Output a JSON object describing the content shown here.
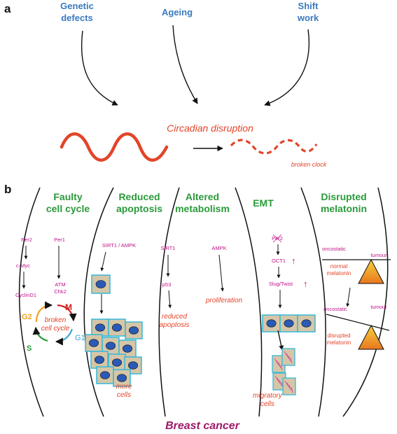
{
  "panel_a": {
    "letter": "a",
    "causes": [
      {
        "line1": "Genetic",
        "line2": "defects"
      },
      {
        "line1": "Ageing",
        "line2": ""
      },
      {
        "line1": "Shift",
        "line2": "work"
      }
    ],
    "disruption_label": "Circadian disruption",
    "broken_clock_label": "broken clock"
  },
  "panel_b": {
    "letter": "b",
    "columns": [
      {
        "title1": "Faulty",
        "title2": "cell cycle"
      },
      {
        "title1": "Reduced",
        "title2": "apoptosis"
      },
      {
        "title1": "Altered",
        "title2": "metabolism"
      },
      {
        "title1": "EMT",
        "title2": ""
      },
      {
        "title1": "Disrupted",
        "title2": "melatonin"
      }
    ],
    "cell_cycle": {
      "per2": "Per2",
      "per1": "Per1",
      "cmyc": "c-Myc",
      "atm": "ATM",
      "chk2": "Chk2",
      "cyclind1": "CyclinD1",
      "phase_m": "M",
      "phase_g1": "G1",
      "phase_s": "S",
      "phase_g2": "G2",
      "center1": "broken",
      "center2": "cell cycle"
    },
    "apoptosis": {
      "sirt_ampk": "SIRT1 / AMPK",
      "more1": "more",
      "more2": "cells"
    },
    "metabolism": {
      "sirt1": "SIRT1",
      "p53": "p53",
      "ampk": "AMPK",
      "reduced1": "reduced",
      "reduced2": "apoptosis",
      "proliferation": "proliferation"
    },
    "emt": {
      "per2": "Per2",
      "oct1": "OCT1",
      "slug": "Slug/Twist",
      "up": "↑",
      "migratory1": "migratory",
      "migratory2": "cells"
    },
    "melatonin": {
      "oncostatic": "oncostatic",
      "tumour": "tumour",
      "normal1": "normal",
      "normal2": "melatonin",
      "disrupted1": "disrupted",
      "disrupted2": "melatonin"
    },
    "outcome": "Breast cancer"
  },
  "colors": {
    "blue": "#3a7abf",
    "green": "#2a9a3a",
    "magenta": "#c0138a",
    "red": "#e2452a",
    "outcome": "#a01a6a",
    "cell_fill": "#d6c6a8",
    "cell_border": "#35b8d8",
    "nucleus": "#2a5ab5"
  }
}
